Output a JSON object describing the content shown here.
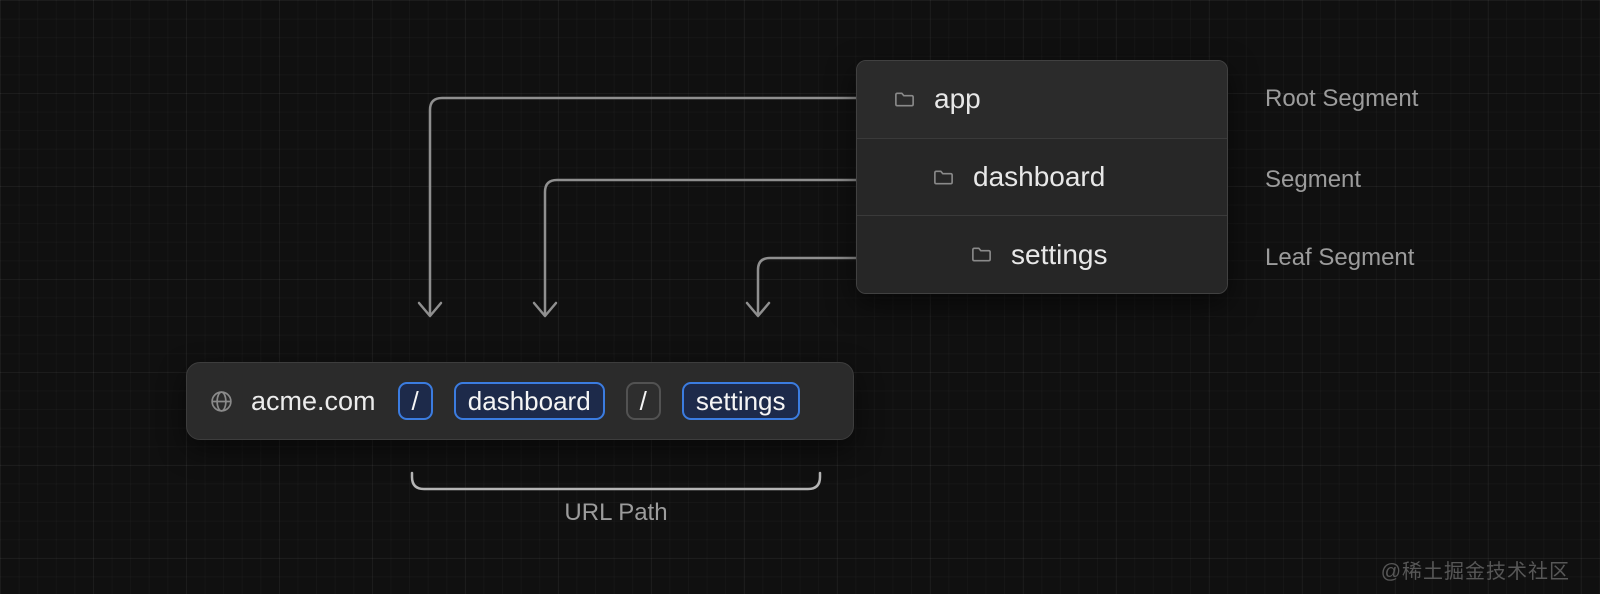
{
  "folder_panel": {
    "rows": [
      {
        "label": "app",
        "icon": "folder-icon",
        "annotation": "Root Segment"
      },
      {
        "label": "dashboard",
        "icon": "folder-icon",
        "annotation": "Segment"
      },
      {
        "label": "settings",
        "icon": "folder-icon",
        "annotation": "Leaf Segment"
      }
    ]
  },
  "url_bar": {
    "icon": "globe-icon",
    "domain": "acme.com",
    "segments": [
      {
        "text": "/",
        "emphasis": "highlighted"
      },
      {
        "text": "dashboard",
        "emphasis": "highlighted"
      },
      {
        "text": "/",
        "emphasis": "muted"
      },
      {
        "text": "settings",
        "emphasis": "highlighted"
      }
    ]
  },
  "annotations": {
    "url_path_label": "URL Path"
  },
  "watermark": "@稀土掘金技术社区",
  "colors": {
    "background": "#101010",
    "panel_bg": "#262626",
    "panel_border": "#414141",
    "accent_blue": "#3b7ce0",
    "chip_blue_fill": "#1d2a4a",
    "chip_gray_border": "#525252",
    "arrow": "#8f8f8f",
    "bracket": "#b5b5b5",
    "text_primary": "#e8e8e8",
    "text_secondary": "#9c9c9c",
    "watermark": "#575757"
  }
}
